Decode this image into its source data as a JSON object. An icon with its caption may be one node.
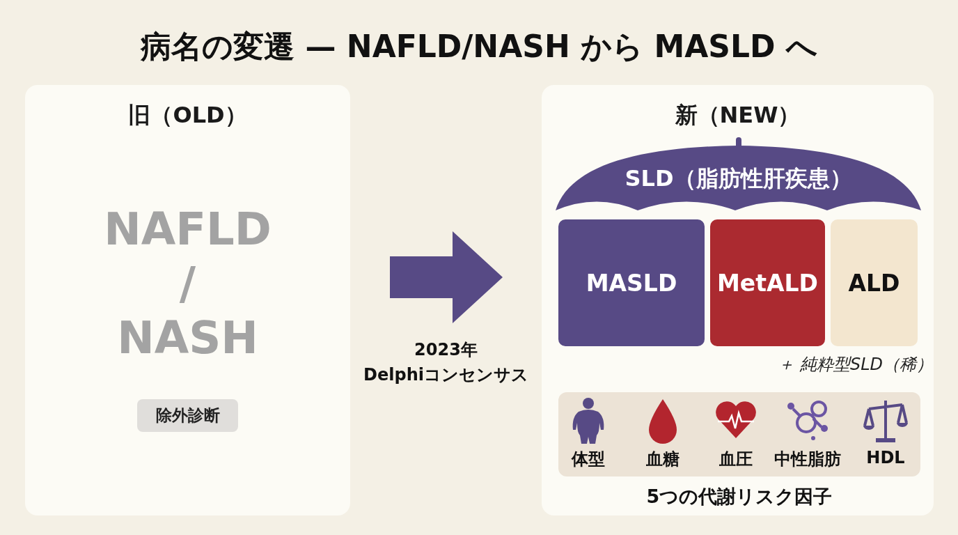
{
  "diagram": {
    "title": "病名の変遷 — NAFLD/NASH から MASLD へ",
    "nodes": [
      {
        "text": [
          "旧（OLD）"
        ]
      },
      {
        "text": [
          "除外診断"
        ],
        "in": 0
      },
      {
        "text": [
          "新（NEW）"
        ]
      },
      {
        "text": [
          "SLD（脂肪性肝疾患）"
        ],
        "in": 2
      },
      {
        "text": [
          "MASLD"
        ],
        "in": 2
      },
      {
        "text": [
          "MetALD"
        ],
        "in": 2
      },
      {
        "text": [
          "ALD"
        ],
        "in": 2
      },
      {
        "text": [
          "体型",
          "血糖",
          "血圧",
          "中性脂肪",
          "HDL"
        ],
        "in": 2,
        "beside": [
          "5つの代謝リスク因子"
        ]
      }
    ],
    "edges": [
      {
        "from": 0,
        "to": 2,
        "arrow": "to",
        "label": "2023年 Delphiコンセンサス"
      }
    ],
    "labels": [
      "NAFLD / NASH",
      "＋ 純粋型SLD（稀）"
    ]
  }
}
